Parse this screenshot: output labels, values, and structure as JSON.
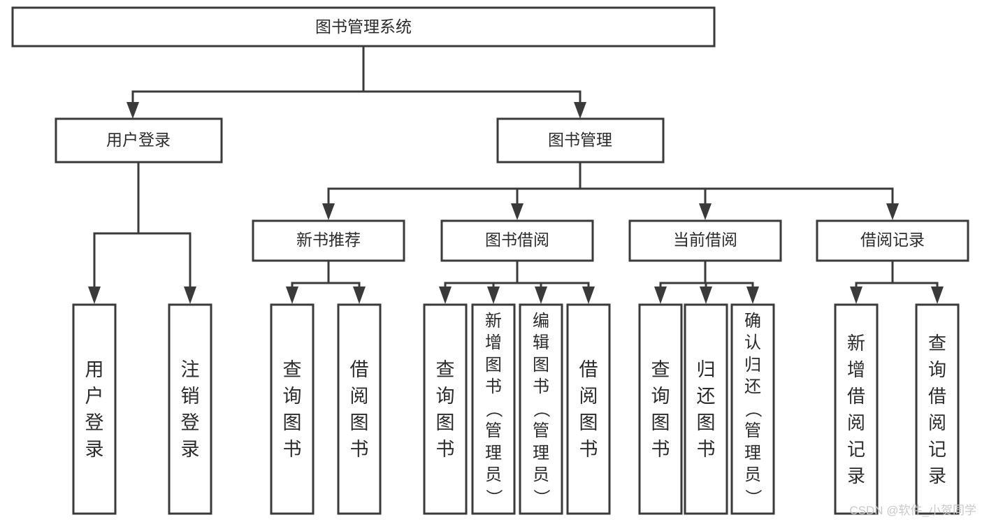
{
  "diagram": {
    "type": "tree",
    "title": "图书管理系统",
    "root": {
      "label": "图书管理系统"
    },
    "level2": [
      {
        "label": "用户登录"
      },
      {
        "label": "图书管理"
      }
    ],
    "level3": [
      {
        "label": "新书推荐"
      },
      {
        "label": "图书借阅"
      },
      {
        "label": "当前借阅"
      },
      {
        "label": "借阅记录"
      }
    ],
    "leaves": {
      "user_login": [
        "用户登录",
        "注销登录"
      ],
      "new_book_recommend": [
        "查询图书",
        "借阅图书"
      ],
      "book_borrow": [
        "查询图书",
        "新增图书（管理员）",
        "编辑图书（管理员）",
        "借阅图书"
      ],
      "current_borrow": [
        "查询图书",
        "归还图书",
        "确认归还（管理员）"
      ],
      "borrow_record": [
        "新增借阅记录",
        "查询借阅记录"
      ]
    }
  },
  "watermark": {
    "text": "CSDN @软件_小贺同学"
  },
  "colors": {
    "stroke": "#3a3a3a",
    "box_fill": "#ffffff",
    "text": "#2b2b2b",
    "watermark": "#c9c9c9",
    "background": "#ffffff"
  }
}
